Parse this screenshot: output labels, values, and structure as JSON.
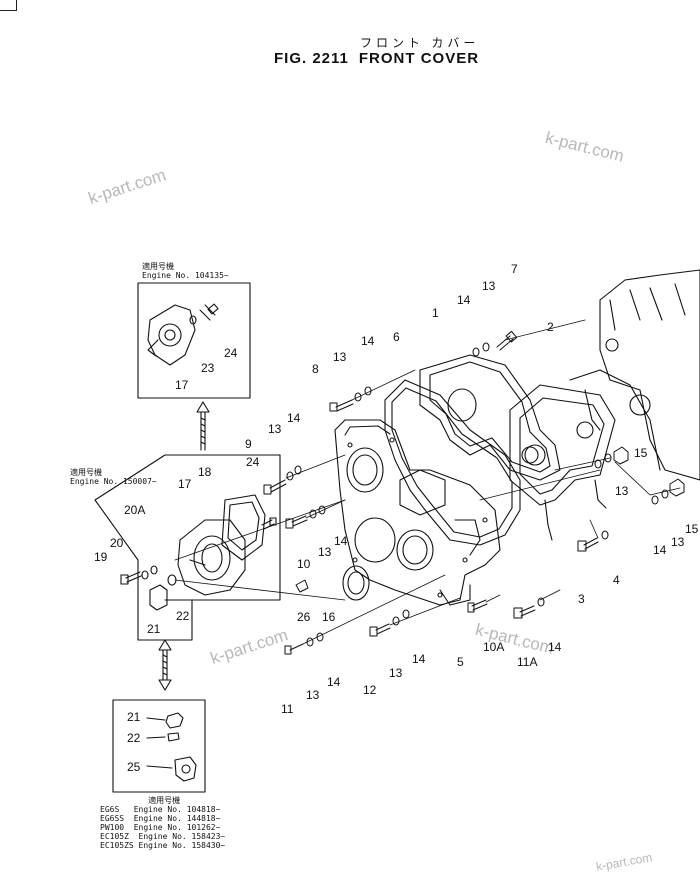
{
  "title": {
    "japanese": "フロント カバー",
    "figure_number": "FIG. 2211",
    "name": "FRONT COVER"
  },
  "watermarks": [
    "k-part.com",
    "k-part.com",
    "k-part.com",
    "k-part.com",
    "k-part.com"
  ],
  "applicability_notes": {
    "top": "適用号機\nEngine No. 104135~",
    "middle": "適用号機\nEngine No. 150007~",
    "bottom": "          適用号機\nEG6S   Engine No. 104818~\nEG6SS  Engine No. 144818~\nPW100  Engine No. 101262~\nEC105Z  Engine No. 158423~\nEC105ZS Engine No. 158430~"
  },
  "part_callouts": [
    {
      "label": "1"
    },
    {
      "label": "2"
    },
    {
      "label": "3"
    },
    {
      "label": "4"
    },
    {
      "label": "5"
    },
    {
      "label": "6"
    },
    {
      "label": "7"
    },
    {
      "label": "8"
    },
    {
      "label": "9"
    },
    {
      "label": "10"
    },
    {
      "label": "10A"
    },
    {
      "label": "11"
    },
    {
      "label": "11A"
    },
    {
      "label": "12"
    },
    {
      "label": "13"
    },
    {
      "label": "13"
    },
    {
      "label": "13"
    },
    {
      "label": "13"
    },
    {
      "label": "13"
    },
    {
      "label": "13"
    },
    {
      "label": "13"
    },
    {
      "label": "13"
    },
    {
      "label": "14"
    },
    {
      "label": "14"
    },
    {
      "label": "14"
    },
    {
      "label": "14"
    },
    {
      "label": "14"
    },
    {
      "label": "14"
    },
    {
      "label": "14"
    },
    {
      "label": "14"
    },
    {
      "label": "15"
    },
    {
      "label": "15"
    },
    {
      "label": "16"
    },
    {
      "label": "17"
    },
    {
      "label": "17"
    },
    {
      "label": "18"
    },
    {
      "label": "19"
    },
    {
      "label": "20"
    },
    {
      "label": "20A"
    },
    {
      "label": "21"
    },
    {
      "label": "21"
    },
    {
      "label": "22"
    },
    {
      "label": "22"
    },
    {
      "label": "23"
    },
    {
      "label": "24"
    },
    {
      "label": "24"
    },
    {
      "label": "25"
    },
    {
      "label": "26"
    }
  ]
}
